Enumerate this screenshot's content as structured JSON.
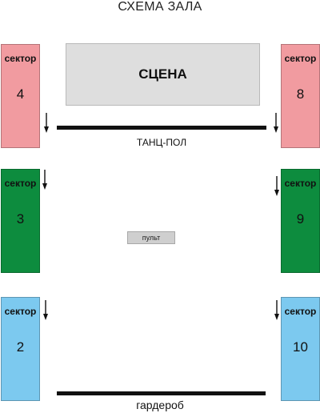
{
  "title": "СХЕМА ЗАЛА",
  "stage_label": "СЦЕНА",
  "dance_floor_label": "ТАНЦ-ПОЛ",
  "console_label": "пульт",
  "cloakroom_label": "гардероб",
  "sector_word": "сектор",
  "sectors": [
    {
      "number": "4",
      "color": "#f19ba0"
    },
    {
      "number": "8",
      "color": "#f19ba0"
    },
    {
      "number": "3",
      "color": "#0d8c3e"
    },
    {
      "number": "9",
      "color": "#0d8c3e"
    },
    {
      "number": "2",
      "color": "#7cc9ef"
    },
    {
      "number": "10",
      "color": "#7cc9ef"
    }
  ]
}
